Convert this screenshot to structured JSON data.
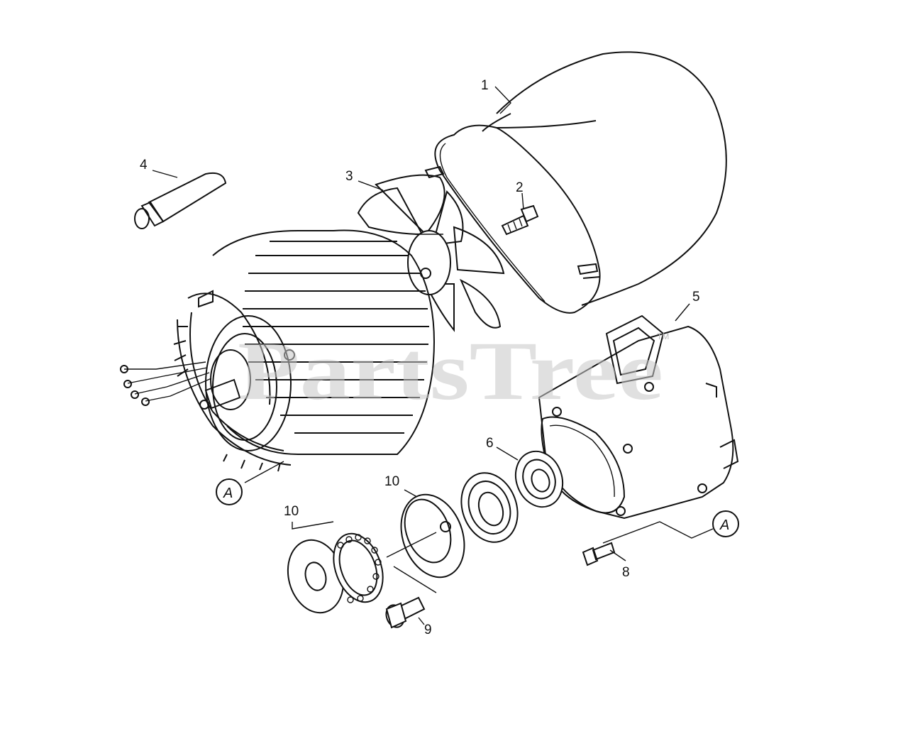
{
  "watermark": {
    "text": "PartsTree",
    "trademark": "TM"
  },
  "callouts": {
    "part_1": "1",
    "part_2": "2",
    "part_3": "3",
    "part_4": "4",
    "part_5": "5",
    "part_6": "6",
    "part_8": "8",
    "part_9": "9",
    "part_10_upper": "10",
    "part_10_lower": "10"
  },
  "reference_markers": {
    "left": "A",
    "right": "A"
  }
}
